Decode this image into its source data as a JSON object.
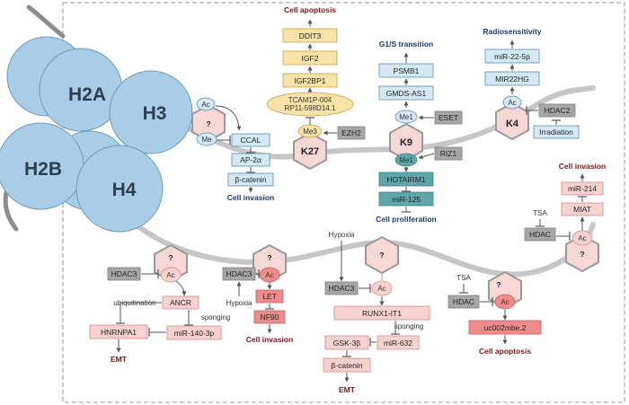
{
  "histones": [
    "H2A",
    "H3",
    "H2B",
    "H4"
  ],
  "marks": {
    "ac": "Ac",
    "me": "Me",
    "me1": "Me1",
    "me3": "Me3",
    "unknown": "?",
    "k27": "K27",
    "k9": "K9",
    "k4": "K4"
  },
  "outcomes": {
    "cell_apoptosis": "Cell apoptosis",
    "g1s": "G1/S transition",
    "radiosensitivity": "Radiosensitivity",
    "cell_invasion": "Cell invasion",
    "cell_proliferation": "Cell proliferation",
    "emt": "EMT"
  },
  "regulators": {
    "ezh2": "EZH2",
    "eset": "ESET",
    "riz1": "RIZ1",
    "hdac2": "HDAC2",
    "irradiation": "Irradiation",
    "hdac3": "HDAC3",
    "hdac": "HDAC",
    "tsa": "TSA",
    "hypoxia": "Hypoxia"
  },
  "genes": {
    "ddit3": "DDIT3",
    "igf2": "IGF2",
    "igf2bp1": "IGF2BP1",
    "tcam1p": "TCAM1P-004",
    "rp11": "RP11-598D14.1",
    "psmb1": "PSMB1",
    "gmds": "GMDS-AS1",
    "hotairm1": "HOTAIRM1",
    "mir125": "miR-125",
    "mir22": "miR-22-5p",
    "mir22hg": "MIR22HG",
    "ccal": "CCAL",
    "ap2a": "AP-2α",
    "bcatenin": "β-catenin",
    "mir214": "miR-214",
    "miat": "MIAT",
    "ancr": "ANCR",
    "hnrnpa1": "HNRNPA1",
    "mir140": "miR-140-3p",
    "let": "LET",
    "nf90": "NF90",
    "runx1": "RUNX1-IT1",
    "gsk3b": "GSK-3β",
    "mir632": "miR-632",
    "uc002": "uc002mbe.2"
  },
  "edge_labels": {
    "ubiquitination": "ubiquitination",
    "sponging": "sponging"
  },
  "colors": {
    "histone": "#a9cde6",
    "histone_edge": "#6f9bbc",
    "yellow": "#f9e3a8",
    "blue": "#d4e9f4",
    "teal": "#5fa6ab",
    "pink": "#f8d1d1",
    "red": "#ee8c8c",
    "gray": "#a6a6a6",
    "dark_red": "#7a1717",
    "navy": "#1f3a6b"
  }
}
